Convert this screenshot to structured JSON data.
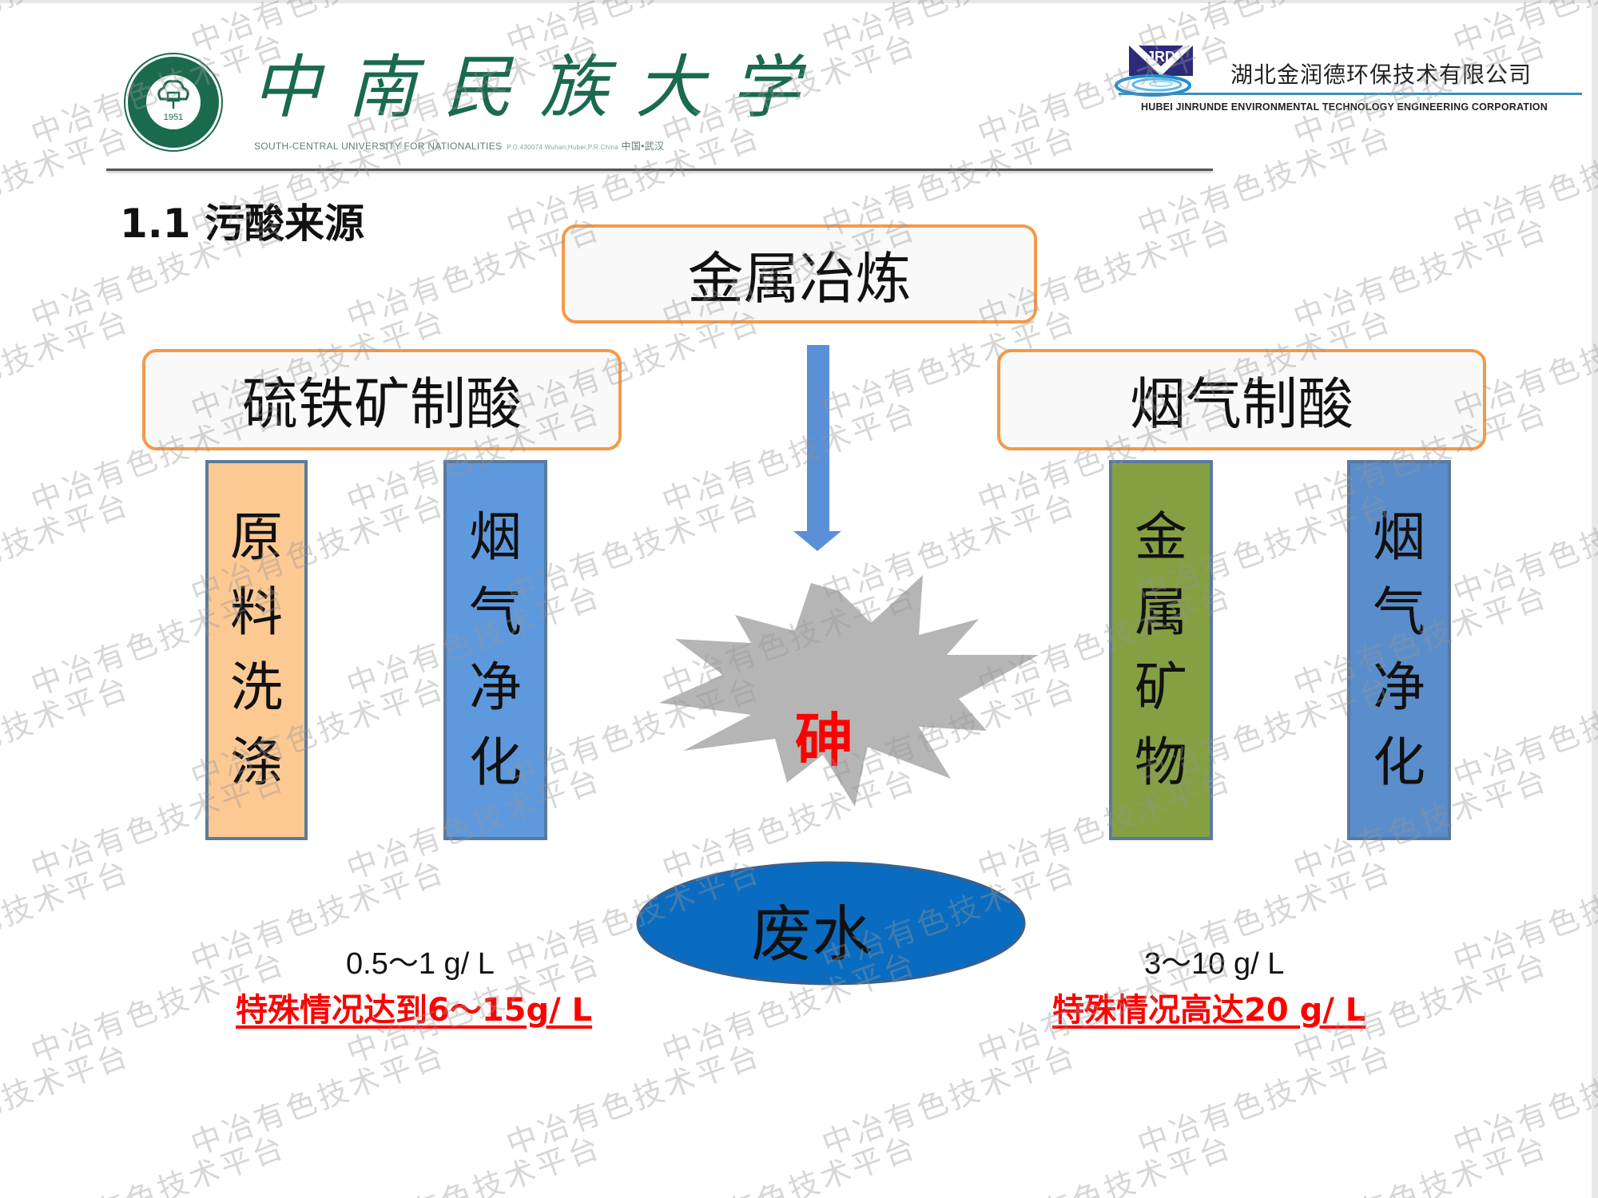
{
  "header": {
    "university": {
      "logo_year": "1951",
      "name_cn": "中南民族大学",
      "name_en": "SOUTH-CENTRAL UNIVERSITY FOR NATIONALITIES",
      "address": "P.O.430074 Wuhan,Hubei,P.R.China",
      "city": "中国•武汉"
    },
    "company": {
      "logo_text": "JRD",
      "name_cn": "湖北金润德环保技术有限公司",
      "name_en": "HUBEI JINRUNDE ENVIRONMENTAL TECHNOLOGY ENGINEERING CORPORATION"
    }
  },
  "slide": {
    "title": "1.1 污酸来源",
    "top_box": "金属冶炼",
    "left_branch": {
      "label": "硫铁矿制酸",
      "columns": [
        {
          "chars": [
            "原",
            "料",
            "洗",
            "涤"
          ],
          "color": "#fdc993"
        },
        {
          "chars": [
            "烟",
            "气",
            "净",
            "化"
          ],
          "color": "#5e99de"
        }
      ],
      "concentration": "0.5～1 g/ L",
      "special": "特殊情况达到6～15g/ L"
    },
    "right_branch": {
      "label": "烟气制酸",
      "columns": [
        {
          "chars": [
            "金",
            "属",
            "矿",
            "物"
          ],
          "color": "#84a042"
        },
        {
          "chars": [
            "烟",
            "气",
            "净",
            "化"
          ],
          "color": "#5a8dcb"
        }
      ],
      "concentration": "3～10 g/ L",
      "special": "特殊情况高达20 g/ L"
    },
    "center": {
      "burst_label": "砷",
      "ellipse_label": "废水"
    }
  },
  "colors": {
    "box_border": "#f39a4a",
    "arrow": "#5b8fd6",
    "burst": "#b5b5b5",
    "ellipse": "#0a6cc0",
    "highlight_red": "#ff0000",
    "university_green": "#1a6a4e"
  },
  "watermark": {
    "text": "中冶有色技术平台"
  }
}
